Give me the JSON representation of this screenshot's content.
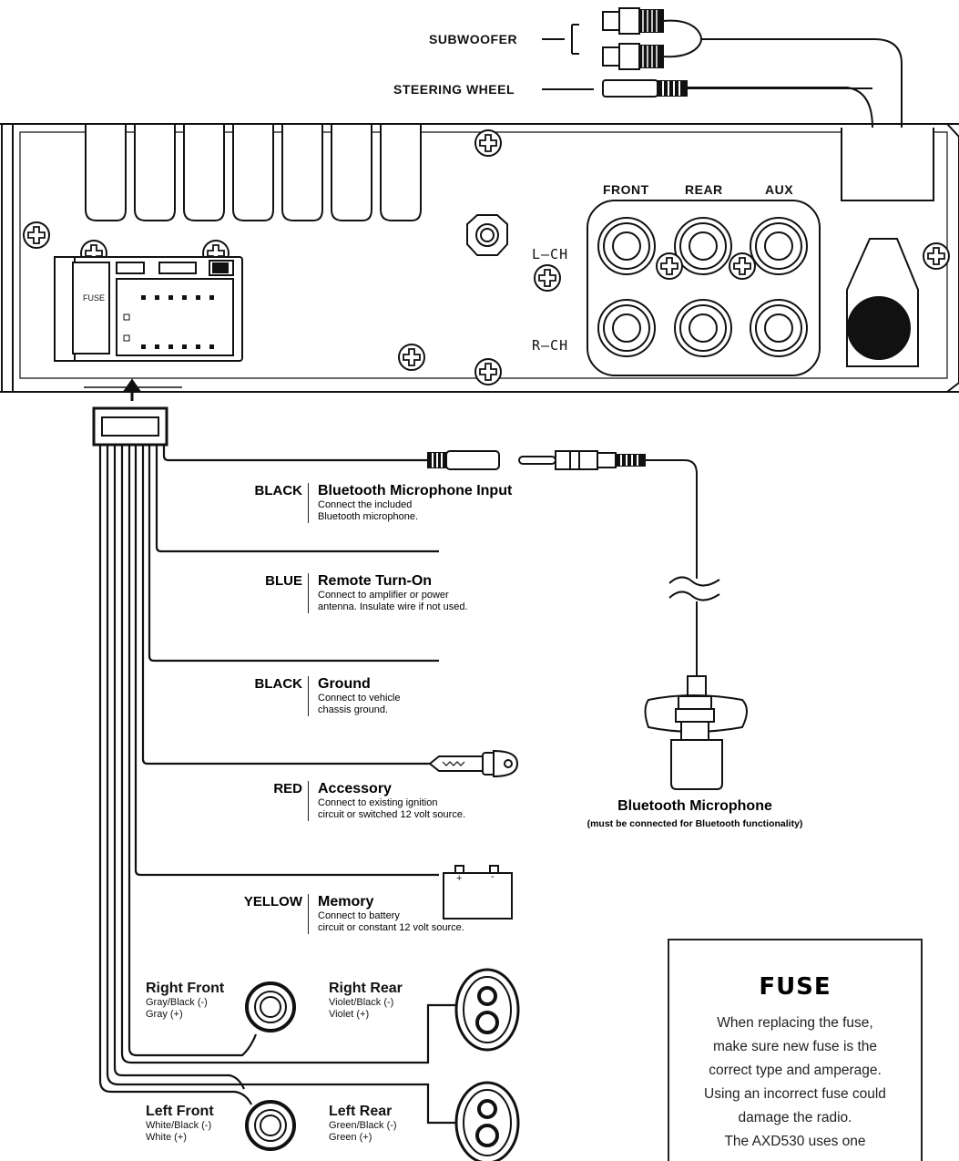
{
  "top_inputs": {
    "subwoofer": "SUBWOOFER",
    "steering_wheel": "STEERING WHEEL"
  },
  "rca_panel": {
    "front": "FRONT",
    "rear": "REAR",
    "aux": "AUX",
    "left_channel": "L—CH",
    "right_channel": "R—CH"
  },
  "harness": {
    "fuse_label": "FUSE"
  },
  "wires": [
    {
      "color": "BLACK",
      "title": "Bluetooth Microphone Input",
      "desc": [
        "Connect the included",
        "Bluetooth microphone."
      ]
    },
    {
      "color": "BLUE",
      "title": "Remote Turn-On",
      "desc": [
        "Connect to amplifier or power",
        "antenna. Insulate wire if not used."
      ]
    },
    {
      "color": "BLACK",
      "title": "Ground",
      "desc": [
        "Connect to vehicle",
        "chassis ground."
      ]
    },
    {
      "color": "RED",
      "title": "Accessory",
      "desc": [
        "Connect to existing ignition",
        "circuit or switched 12 volt source."
      ]
    },
    {
      "color": "YELLOW",
      "title": "Memory",
      "desc": [
        "Connect to battery",
        "circuit or constant 12 volt source."
      ]
    }
  ],
  "battery": {
    "plus": "+",
    "minus": "-"
  },
  "microphone": {
    "title": "Bluetooth Microphone",
    "subtitle": "(must be connected for Bluetooth functionality)"
  },
  "speakers": {
    "right_front": {
      "title": "Right Front",
      "neg": "Gray/Black (-)",
      "pos": "Gray (+)"
    },
    "right_rear": {
      "title": "Right Rear",
      "neg": "Violet/Black (-)",
      "pos": "Violet (+)"
    },
    "left_front": {
      "title": "Left Front",
      "neg": "White/Black (-)",
      "pos": "White (+)"
    },
    "left_rear": {
      "title": "Left Rear",
      "neg": "Green/Black (-)",
      "pos": "Green (+)"
    }
  },
  "fuse_box": {
    "title": "FUSE",
    "lines": [
      "When replacing the fuse,",
      "make sure new fuse is the",
      "correct type and amperage.",
      "Using an incorrect fuse could",
      "damage the radio.",
      "The AXD530 uses one"
    ]
  },
  "colors": {
    "line": "#111111",
    "background": "#ffffff"
  }
}
